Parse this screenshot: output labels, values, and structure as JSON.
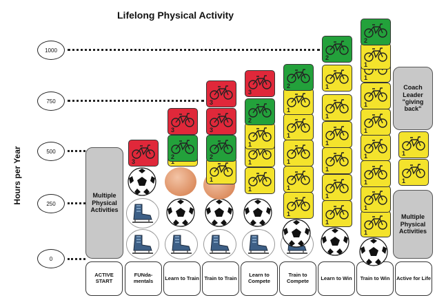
{
  "title": "Lifelong Physical Activity",
  "y_axis": {
    "label": "Hours per Year",
    "ticks": [
      "1000",
      "750",
      "500",
      "250",
      "0"
    ]
  },
  "side_boxes": {
    "left_multiple": "Multiple Physical Activities",
    "right_coach": "Coach Leader \"giving back\"",
    "right_multiple": "Multiple Physical Activities"
  },
  "stages": [
    "ACTIVE START",
    "FUNda-mentals",
    "Learn to Train",
    "Train to Train",
    "Learn to Compete",
    "Train to Compete",
    "Learn to Win",
    "Train to Win",
    "Active for Life"
  ],
  "tile_numbers": {
    "one": "1",
    "two": "2",
    "three": "3"
  },
  "colors": {
    "yellow": "#f4e32c",
    "green": "#23a13b",
    "red": "#e0283a",
    "grey": "#c8c8c8"
  },
  "icons": [
    "bicycle-icon",
    "soccer-ball-icon",
    "basketball-icon",
    "ice-skate-icon"
  ]
}
